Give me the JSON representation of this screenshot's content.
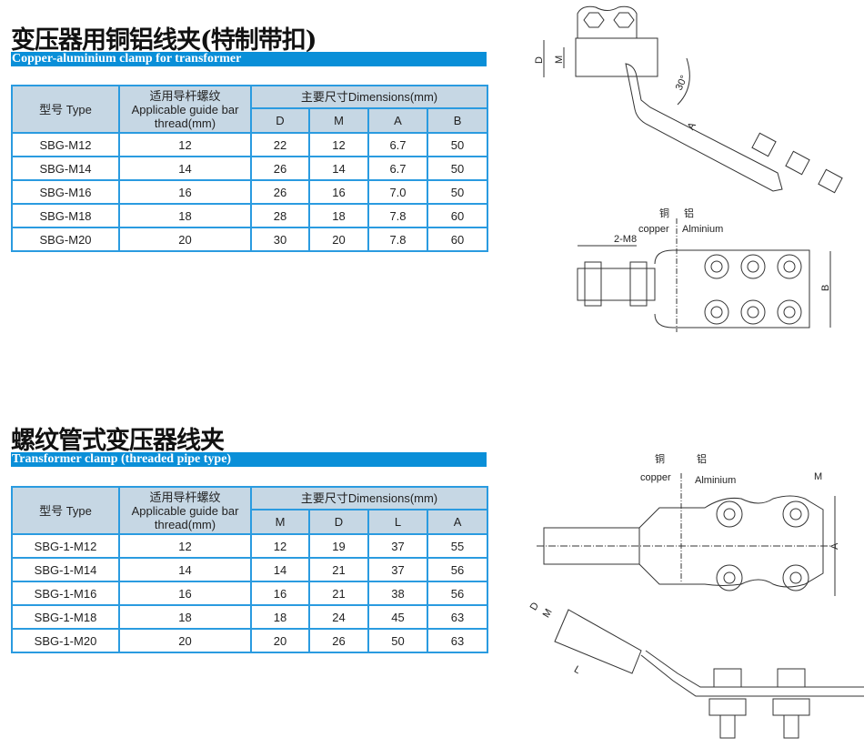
{
  "section1": {
    "title": "变压器用铜铝线夹(特制带扣)",
    "subtitle": "Copper-aluminium clamp for transformer",
    "headers": {
      "type": "型号 Type",
      "thread_cn": "适用导杆螺纹",
      "thread_en": "Applicable guide bar",
      "thread_unit": "thread(mm)",
      "dims": "主要尺寸Dimensions(mm)",
      "cols": [
        "D",
        "M",
        "A",
        "B"
      ]
    },
    "rows": [
      [
        "SBG-M12",
        "12",
        "22",
        "12",
        "6.7",
        "50"
      ],
      [
        "SBG-M14",
        "14",
        "26",
        "14",
        "6.7",
        "50"
      ],
      [
        "SBG-M16",
        "16",
        "26",
        "16",
        "7.0",
        "50"
      ],
      [
        "SBG-M18",
        "18",
        "28",
        "18",
        "7.8",
        "60"
      ],
      [
        "SBG-M20",
        "20",
        "30",
        "20",
        "7.8",
        "60"
      ]
    ],
    "drawing": {
      "D": "D",
      "M": "M",
      "angle": "30°",
      "A": "A",
      "copper_cn": "铜",
      "aluminium_cn": "铝",
      "copper": "copper",
      "aluminium": "Alminium",
      "bolt": "2-M8",
      "B": "B"
    }
  },
  "section2": {
    "title": "螺纹管式变压器线夹",
    "subtitle": "Transformer clamp (threaded pipe type)",
    "headers": {
      "type": "型号 Type",
      "thread_cn": "适用导杆螺纹",
      "thread_en": "Applicable guide bar",
      "thread_unit": "thread(mm)",
      "dims": "主要尺寸Dimensions(mm)",
      "cols": [
        "M",
        "D",
        "L",
        "A"
      ]
    },
    "rows": [
      [
        "SBG-1-M12",
        "12",
        "12",
        "19",
        "37",
        "55"
      ],
      [
        "SBG-1-M14",
        "14",
        "14",
        "21",
        "37",
        "56"
      ],
      [
        "SBG-1-M16",
        "16",
        "16",
        "21",
        "38",
        "56"
      ],
      [
        "SBG-1-M18",
        "18",
        "18",
        "24",
        "45",
        "63"
      ],
      [
        "SBG-1-M20",
        "20",
        "20",
        "26",
        "50",
        "63"
      ]
    ],
    "drawing": {
      "copper_cn": "铜",
      "aluminium_cn": "铝",
      "copper": "copper",
      "aluminium": "Alminium",
      "M": "M",
      "A": "A",
      "D": "D",
      "M2": "M",
      "L": "L"
    }
  }
}
